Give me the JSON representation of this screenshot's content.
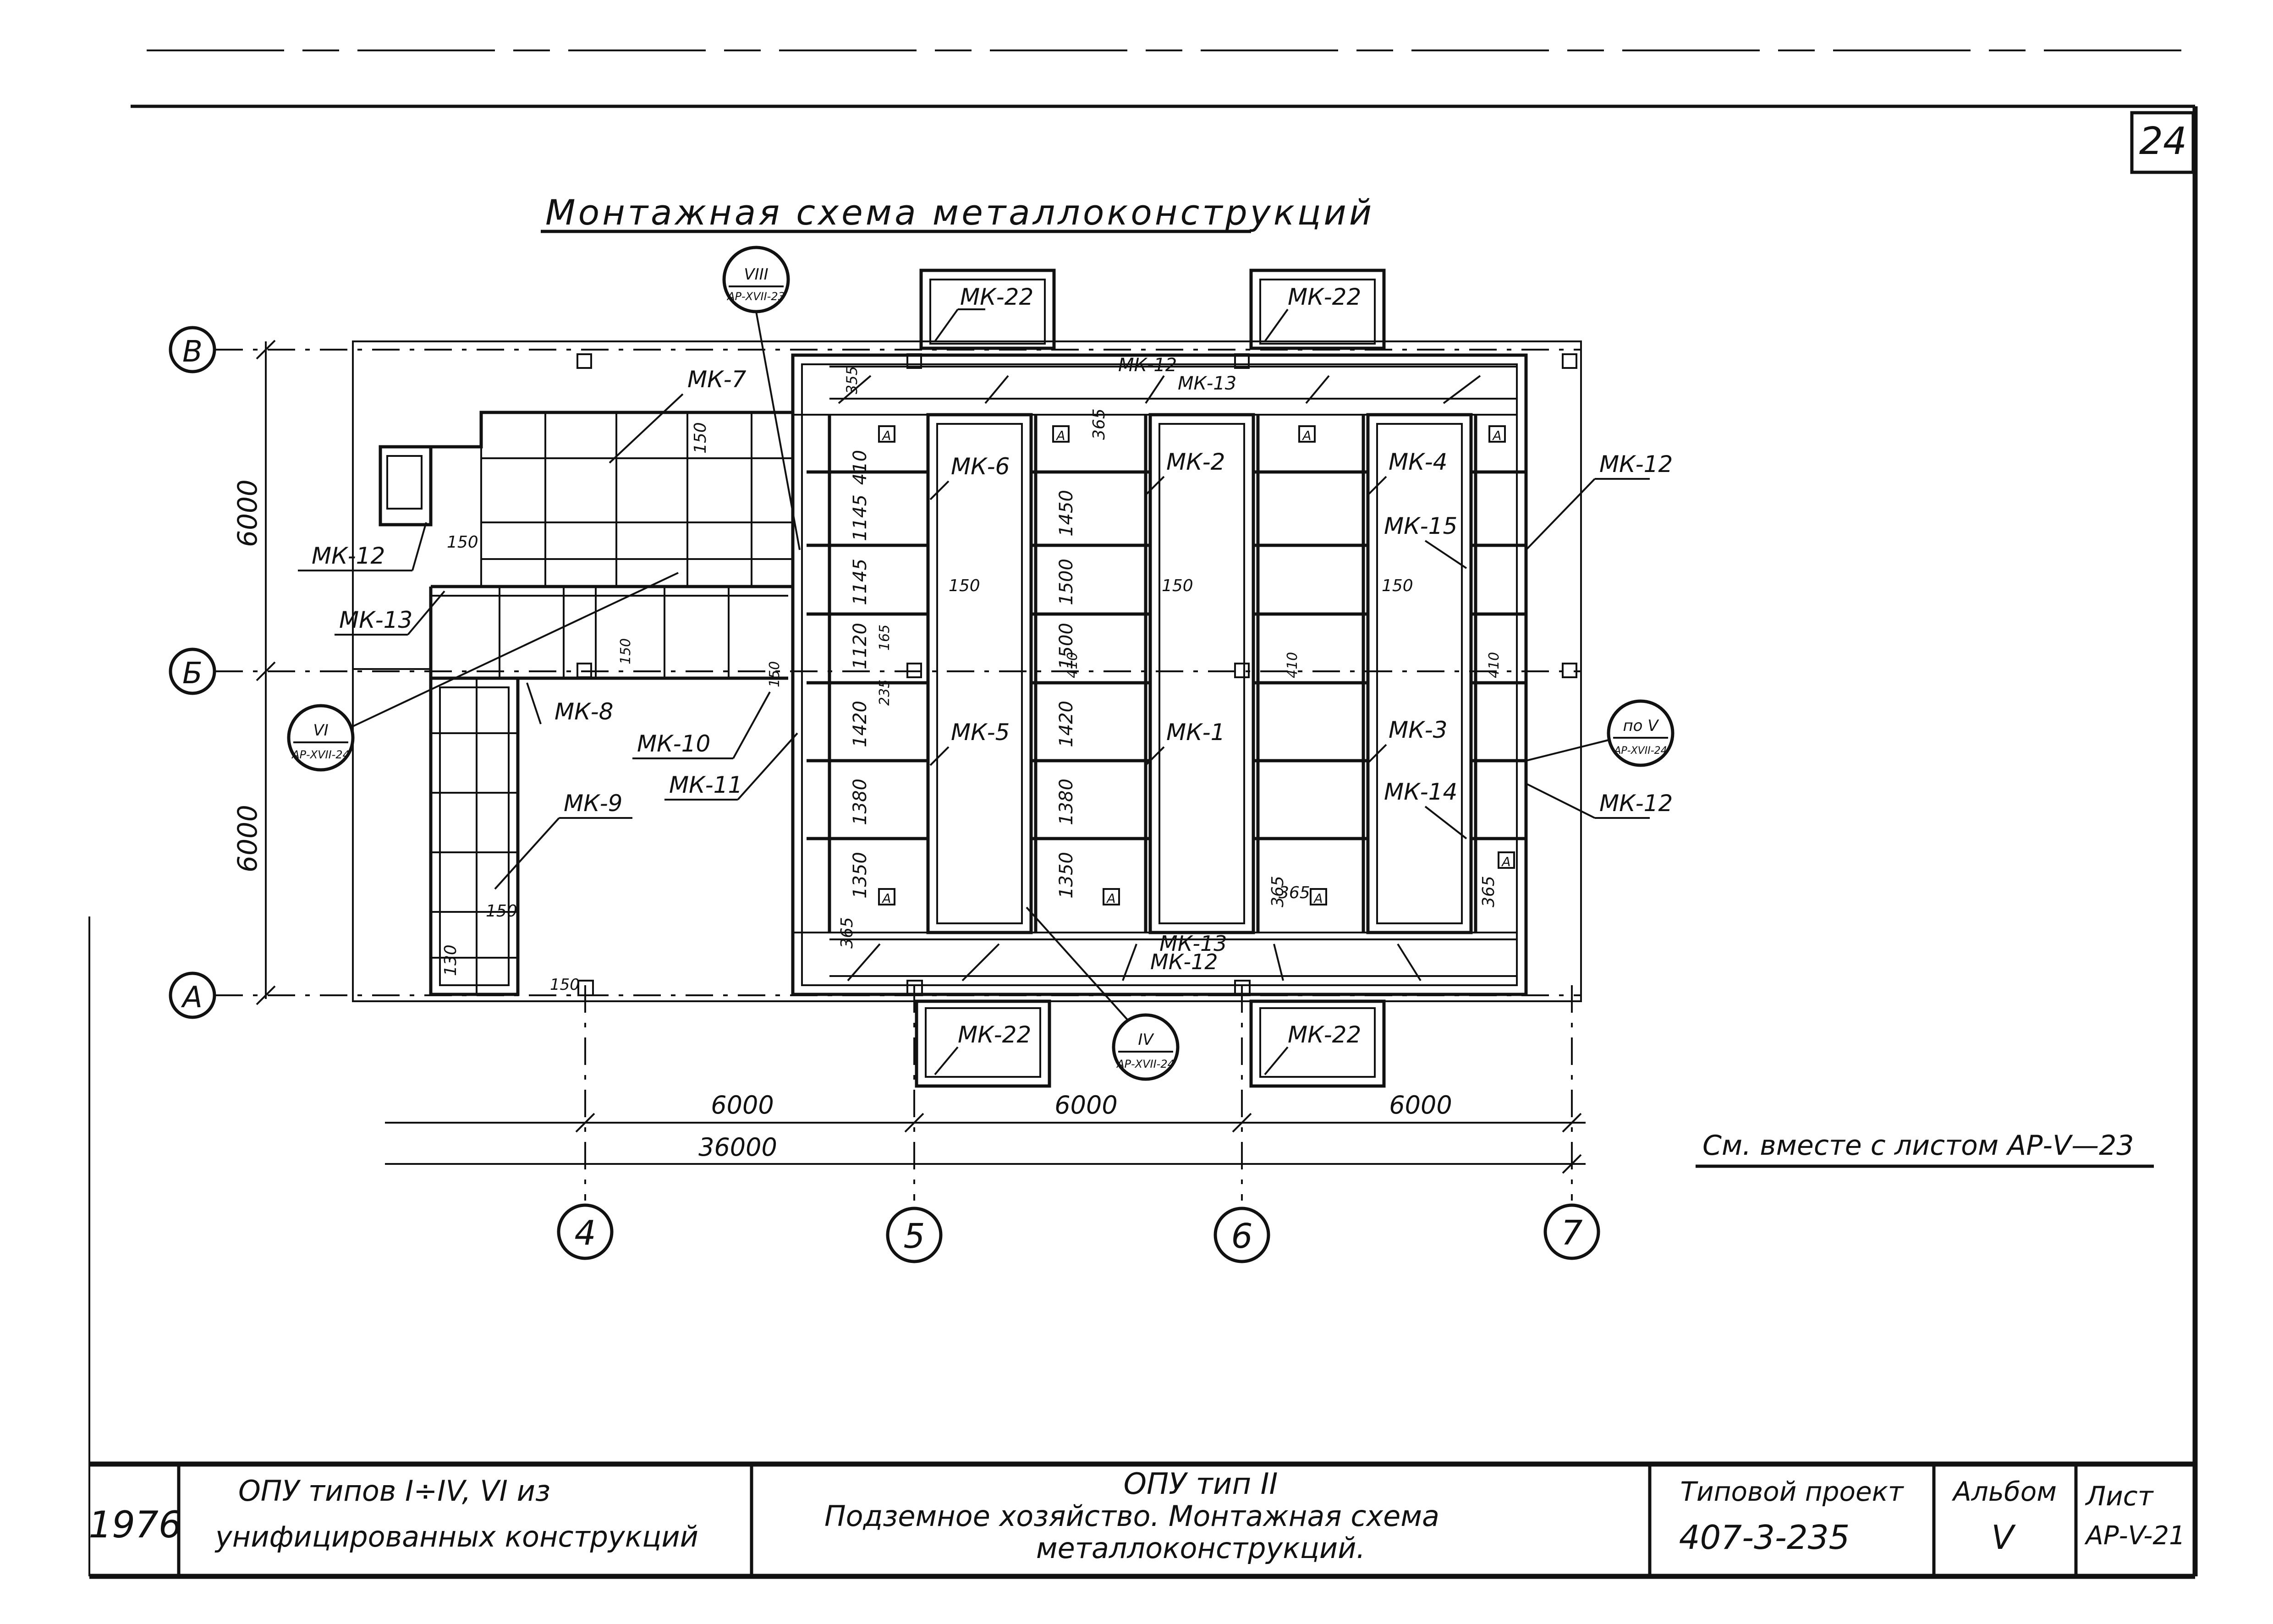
{
  "sheet_number": "24",
  "title": "Монтажная схема металлоконструкций",
  "axes": {
    "rows": [
      "В",
      "Б",
      "А"
    ],
    "columns": [
      "4",
      "5",
      "6",
      "7"
    ]
  },
  "dimensions": {
    "vertical": [
      "6000",
      "6000"
    ],
    "horizontal": [
      "6000",
      "6000",
      "6000"
    ],
    "total": "36000",
    "pit_spacing": [
      "410",
      "1145",
      "1145",
      "1120",
      "1420",
      "1380",
      "1350"
    ],
    "pit_spacing_mid": [
      "1450",
      "1500",
      "1500",
      "1420",
      "1380",
      "1350"
    ],
    "small": [
      "355",
      "365",
      "150",
      "150",
      "150",
      "150",
      "150",
      "150",
      "150",
      "130",
      "165",
      "235",
      "410",
      "410",
      "410",
      "365",
      "365",
      "365",
      "365",
      "150",
      "150"
    ]
  },
  "marks": {
    "mk1": "МК-1",
    "mk2": "МК-2",
    "mk3": "МК-3",
    "mk4": "МК-4",
    "mk5": "МК-5",
    "mk6": "МК-6",
    "mk7": "МК-7",
    "mk8": "МК-8",
    "mk9": "МК-9",
    "mk10": "МК-10",
    "mk11": "МК-11",
    "mk12": "МК-12",
    "mk13": "МК-13",
    "mk14": "МК-14",
    "mk15": "МК-15",
    "mk22": "МК-22"
  },
  "callouts": [
    {
      "num": "VIII",
      "ref": "АР-XVII-23"
    },
    {
      "num": "VI",
      "ref": "АР-XVII-24"
    },
    {
      "num": "IV",
      "ref": "АР-XVII-24"
    },
    {
      "num": "по V",
      "ref": "АР-XVII-24"
    }
  ],
  "anchor_label": "А",
  "note": "См. вместе с листом АР-V—23",
  "title_block": {
    "year": "1976",
    "description_line1": "ОПУ типов I÷IV, VI из",
    "description_line2": "унифицированных конструкций",
    "drawing_line1": "ОПУ тип II",
    "drawing_line2": "Подземное хозяйство. Монтажная схема",
    "drawing_line3": "металлоконструкций.",
    "project_label": "Типовой проект",
    "project_number": "407-3-235",
    "album_label": "Альбом",
    "album_value": "V",
    "sheet_label": "Лист",
    "sheet_value": "АР-V-21"
  }
}
